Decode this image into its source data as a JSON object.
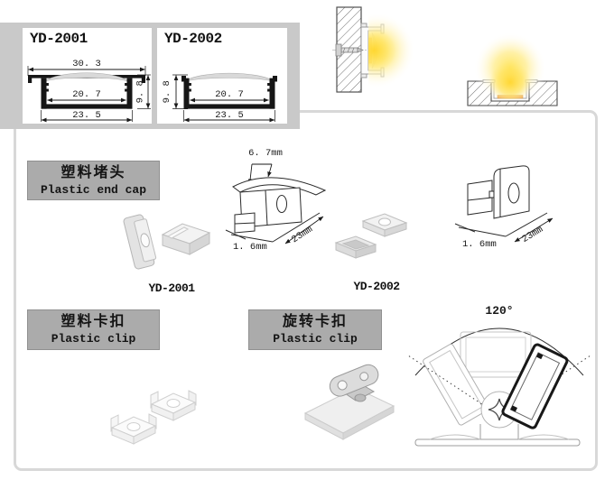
{
  "top_panels": {
    "yd2001": {
      "title": "YD-2001",
      "dim_top_width": "30. 3",
      "dim_inner_width": "20. 7",
      "dim_height": "9. 8",
      "dim_bottom_width": "23. 5"
    },
    "yd2002": {
      "title": "YD-2002",
      "dim_inner_width": "20. 7",
      "dim_height": "9. 8",
      "dim_bottom_width": "23. 5"
    }
  },
  "sections": {
    "end_cap": {
      "label_cn": "塑料堵头",
      "label_en": "Plastic end cap",
      "cap_yd2001": {
        "caption": "YD-2001",
        "dim_width": "6. 7mm",
        "dim_depth": "23mm",
        "dim_thickness": "1. 6mm"
      },
      "cap_yd2002": {
        "caption": "YD-2002",
        "dim_depth": "23mm",
        "dim_thickness": "1. 6mm"
      }
    },
    "plastic_clip": {
      "label_cn": "塑料卡扣",
      "label_en": "Plastic clip"
    },
    "rotating_clip": {
      "label_cn": "旋转卡扣",
      "label_en": "Plastic clip",
      "rotation_angle": "120°"
    }
  },
  "colors": {
    "panel_gray": "#c9c9c9",
    "label_gray": "#ababab",
    "frame_border": "#d8d8d8",
    "glow_yellow": "#ffe14d",
    "led_orange": "#ef9d3e",
    "profile_black": "#161616"
  }
}
